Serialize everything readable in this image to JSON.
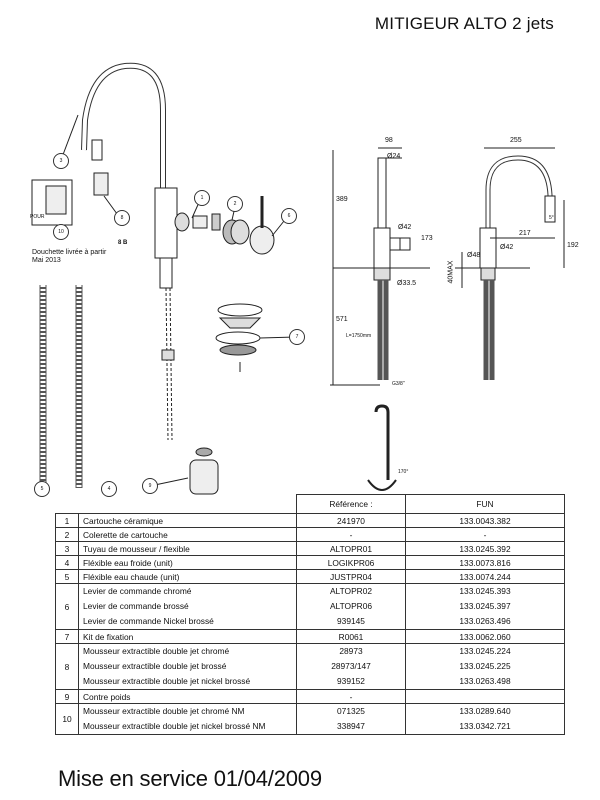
{
  "title": "MITIGEUR ALTO 2 jets",
  "footer": "Mise en service 01/04/2009",
  "drawing": {
    "balloons": [
      "1",
      "2",
      "3",
      "6",
      "7",
      "8",
      "9",
      "4",
      "5",
      "10"
    ],
    "douchette_note": "Douchette livrée à partir Mai 2013",
    "douchette_small_label": "POUR",
    "part_8b_label": "8 B",
    "dims": {
      "d98": "98",
      "d24": "Ø24",
      "d389": "389",
      "d42a": "Ø42",
      "d173": "173",
      "d335": "Ø33.5",
      "d571": "571",
      "hose_len": "L=1750mm",
      "thread": "G3/8\"",
      "d255": "255",
      "d217": "217",
      "d192": "192",
      "d48": "Ø48",
      "d42b": "Ø42",
      "d40max": "40MAX",
      "ang": "170°",
      "deg5": "5°"
    }
  },
  "table": {
    "header": {
      "reference": "Référence :",
      "fun": "FUN"
    },
    "rows": [
      {
        "num": "1",
        "items": [
          {
            "desc": "Cartouche céramique",
            "ref": "241970",
            "fun": "133.0043.382"
          }
        ]
      },
      {
        "num": "2",
        "items": [
          {
            "desc": "Colerette de cartouche",
            "ref": "-",
            "fun": "-"
          }
        ]
      },
      {
        "num": "3",
        "items": [
          {
            "desc": "Tuyau de mousseur / flexible",
            "ref": "ALTOPR01",
            "fun": "133.0245.392"
          }
        ]
      },
      {
        "num": "4",
        "items": [
          {
            "desc": "Fléxible eau froide (unit)",
            "ref": "LOGIKPR06",
            "fun": "133.0073.816"
          }
        ]
      },
      {
        "num": "5",
        "items": [
          {
            "desc": "Fléxible eau chaude (unit)",
            "ref": "JUSTPR04",
            "fun": "133.0074.244"
          }
        ]
      },
      {
        "num": "6",
        "items": [
          {
            "desc": "Levier de commande chromé",
            "ref": "ALTOPR02",
            "fun": "133.0245.393"
          },
          {
            "desc": "Levier de commande brossé",
            "ref": "ALTOPR06",
            "fun": "133.0245.397"
          },
          {
            "desc": "Levier de commande Nickel brossé",
            "ref": "939145",
            "fun": "133.0263.496"
          }
        ]
      },
      {
        "num": "7",
        "items": [
          {
            "desc": "Kit de fixation",
            "ref": "R0061",
            "fun": "133.0062.060"
          }
        ]
      },
      {
        "num": "8",
        "items": [
          {
            "desc": "Mousseur extractible double jet chromé",
            "ref": "28973",
            "fun": "133.0245.224"
          },
          {
            "desc": "Mousseur extractible double jet brossé",
            "ref": "28973/147",
            "fun": "133.0245.225"
          },
          {
            "desc": "Mousseur extractible double jet nickel brossé",
            "ref": "939152",
            "fun": "133.0263.498"
          }
        ]
      },
      {
        "num": "9",
        "items": [
          {
            "desc": "Contre poids",
            "ref": "-",
            "fun": ""
          }
        ]
      },
      {
        "num": "10",
        "items": [
          {
            "desc": "Mousseur extractible double jet chromé NM",
            "ref": "071325",
            "fun": "133.0289.640"
          },
          {
            "desc": "Mousseur extractible double jet nickel brossé NM",
            "ref": "338947",
            "fun": "133.0342.721"
          }
        ]
      }
    ]
  }
}
